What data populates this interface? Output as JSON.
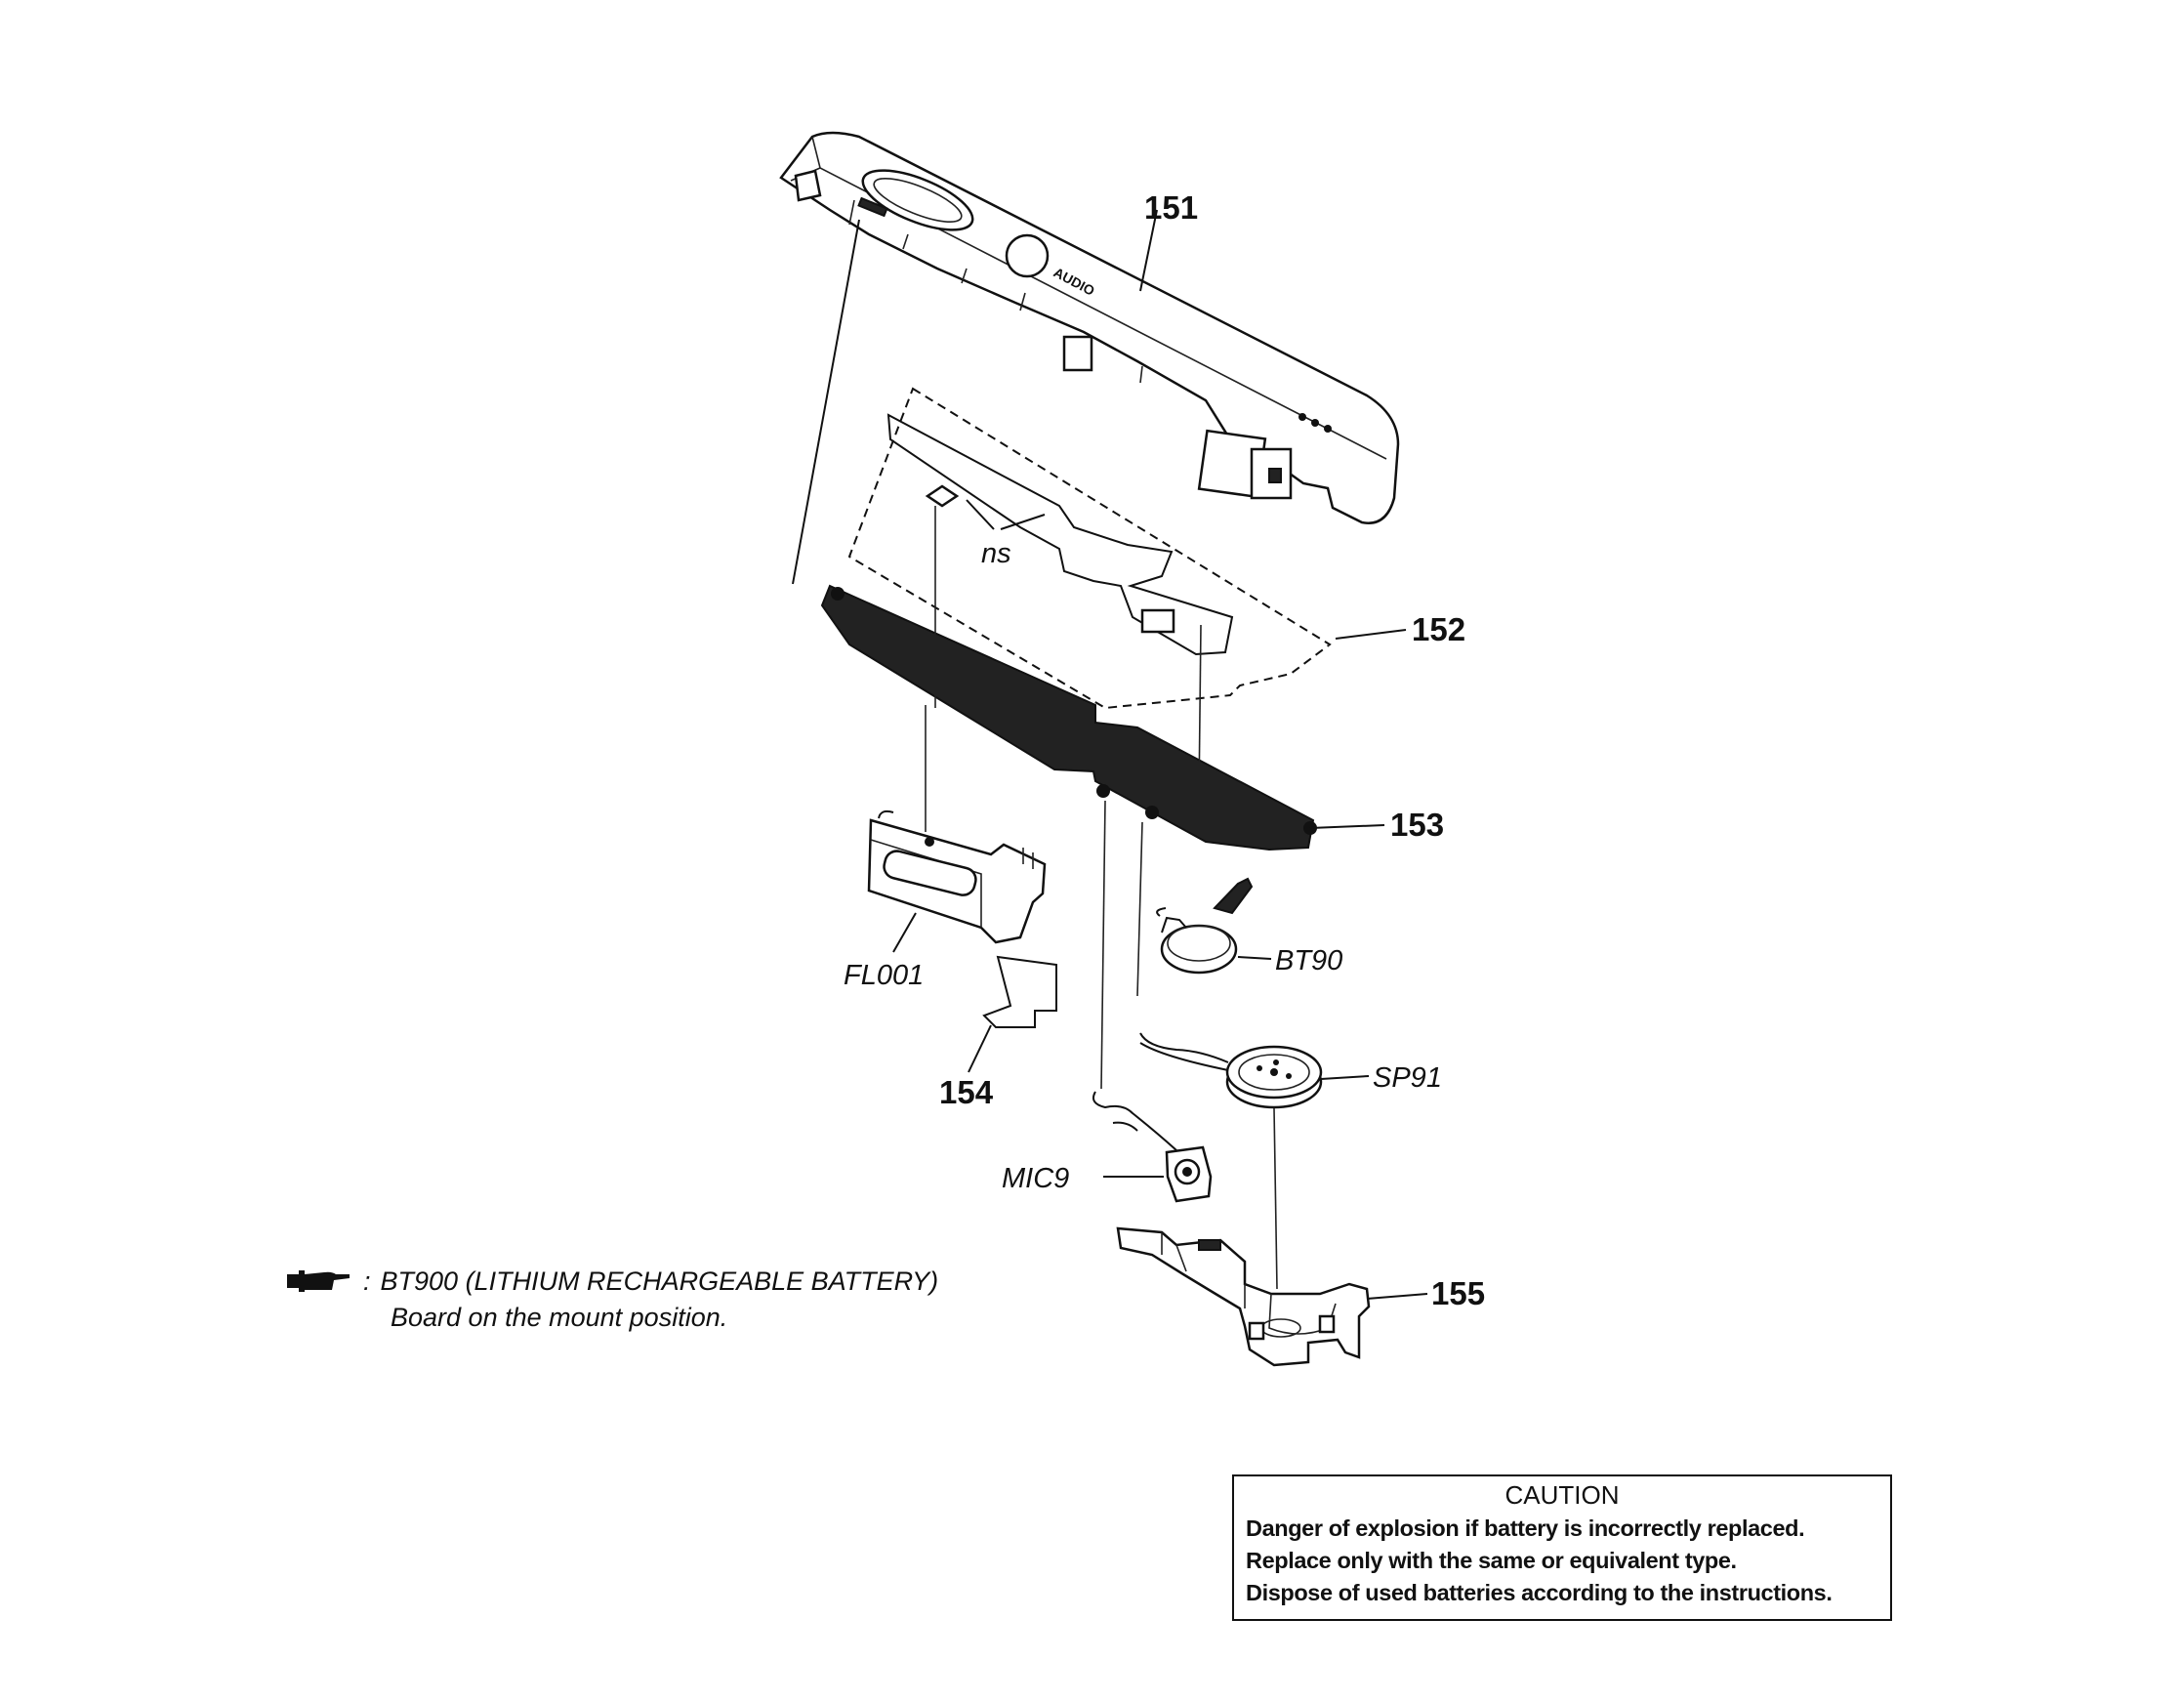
{
  "callouts": {
    "c151": "151",
    "c152": "152",
    "c153": "153",
    "c154": "154",
    "c155": "155",
    "ns": "ns",
    "fl001": "FL001",
    "bt90": "BT90",
    "sp91": "SP91",
    "mic9": "MIC9"
  },
  "legend": {
    "separator": ":",
    "line1": "BT900 (LITHIUM RECHARGEABLE BATTERY)",
    "line2": "Board on the mount position.",
    "icon": "pointing-hand-icon"
  },
  "caution": {
    "title": "CAUTION",
    "lines": [
      "Danger of explosion if battery is incorrectly replaced.",
      "Replace only with the same or equivalent type.",
      "Dispose of used batteries according to the instructions."
    ]
  }
}
